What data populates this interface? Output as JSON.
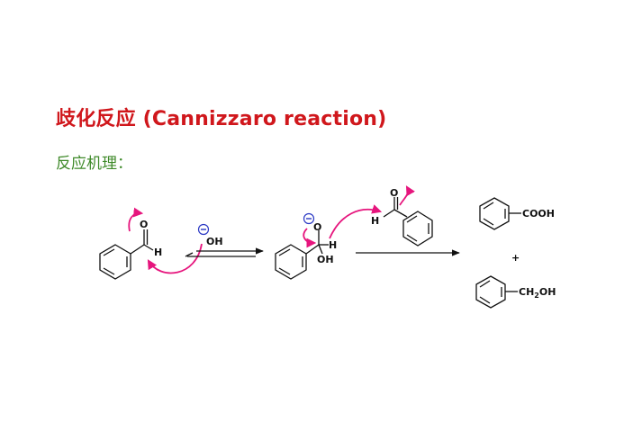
{
  "header": {
    "title": "歧化反应 (Cannizzaro reaction)",
    "subtitle": "反应机理："
  },
  "scheme": {
    "atoms": {
      "O": "O",
      "H": "H",
      "OH": "OH"
    },
    "products": {
      "acid": "COOH",
      "plus": "+",
      "alcohol_prefix": "CH",
      "alcohol_sub": "2",
      "alcohol_suffix": "OH"
    }
  },
  "colors": {
    "title": "#d0171c",
    "subtitle": "#3f8a2a",
    "mechanism_arrows": "#e6157d",
    "charge": "#2a38c4",
    "bonds": "#111111"
  }
}
